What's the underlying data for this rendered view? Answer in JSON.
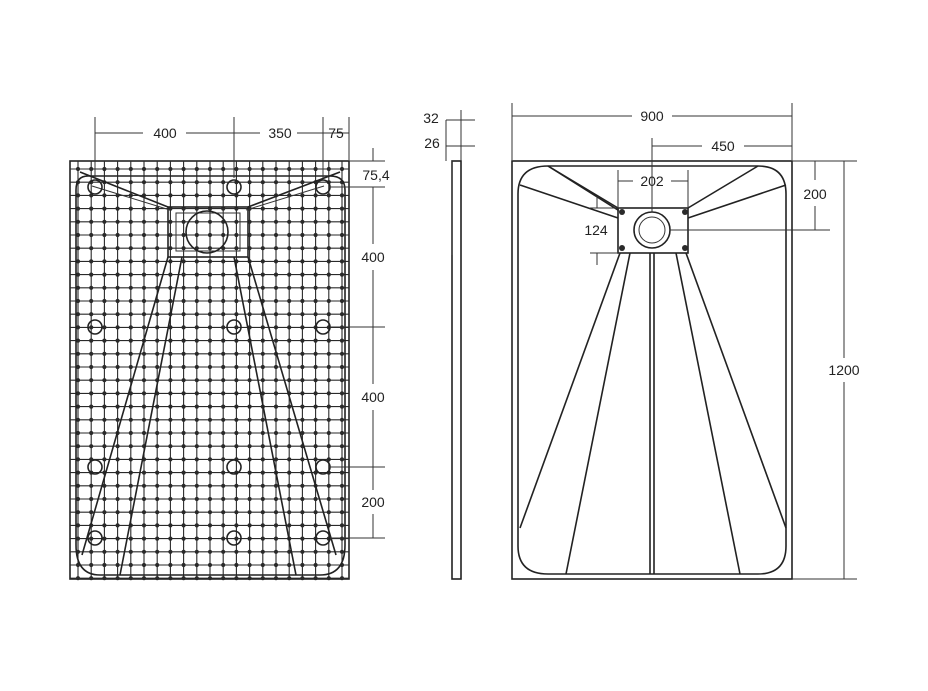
{
  "diagram": {
    "colors": {
      "line": "#333333",
      "fill": "#ffffff"
    },
    "bottom_view": {
      "dims": {
        "w400": "400",
        "w350": "350",
        "w75": "75",
        "h75_4": "75,4",
        "h400a": "400",
        "h400b": "400",
        "h200": "200"
      }
    },
    "side_view": {
      "dims": {
        "t32": "32",
        "t26": "26"
      }
    },
    "top_view": {
      "dims": {
        "width": "900",
        "half": "450",
        "drain_w": "202",
        "drain_h": "124",
        "drain_y": "200",
        "length": "1200"
      }
    }
  }
}
